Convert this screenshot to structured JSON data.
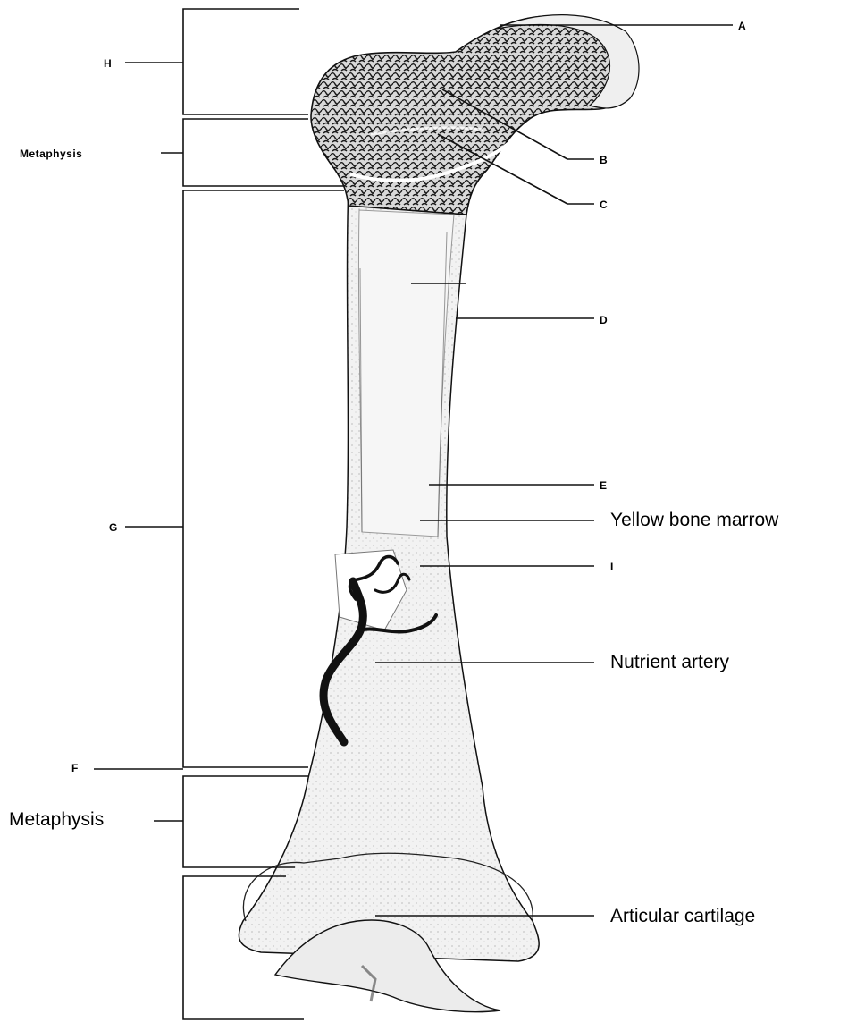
{
  "diagram": {
    "labels": {
      "a": "A",
      "b": "B",
      "c": "C",
      "d": "D",
      "e": "E",
      "f": "F",
      "g": "G",
      "h": "H",
      "i": "I",
      "metaphysis_top": "Metaphysis",
      "metaphysis_bottom": "Metaphysis",
      "yellow_bone_marrow": "Yellow bone marrow",
      "nutrient_artery": "Nutrient artery",
      "articular_cartilage": "Articular cartilage"
    }
  }
}
